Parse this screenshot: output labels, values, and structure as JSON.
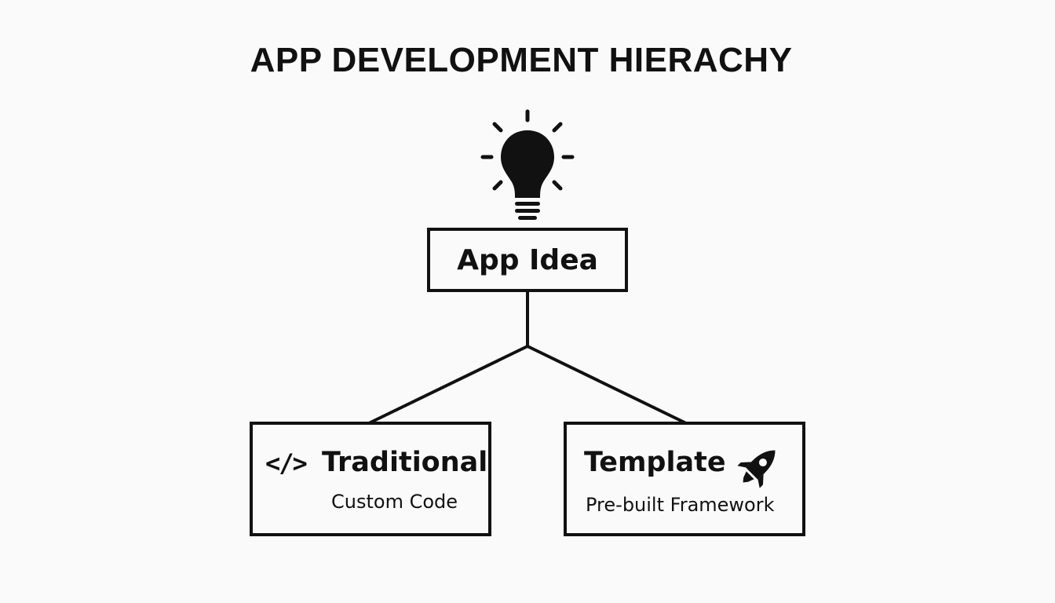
{
  "title": "APP DEVELOPMENT HIERACHY",
  "root": {
    "label": "App Idea",
    "icon": "lightbulb-icon"
  },
  "branches": [
    {
      "title": "Traditional",
      "subtitle": "Custom Code",
      "icon": "code-icon",
      "icon_glyph": "</>"
    },
    {
      "title": "Template",
      "subtitle": "Pre-built Framework",
      "icon": "rocket-icon"
    }
  ],
  "colors": {
    "ink": "#111111",
    "background": "#fafafa"
  }
}
